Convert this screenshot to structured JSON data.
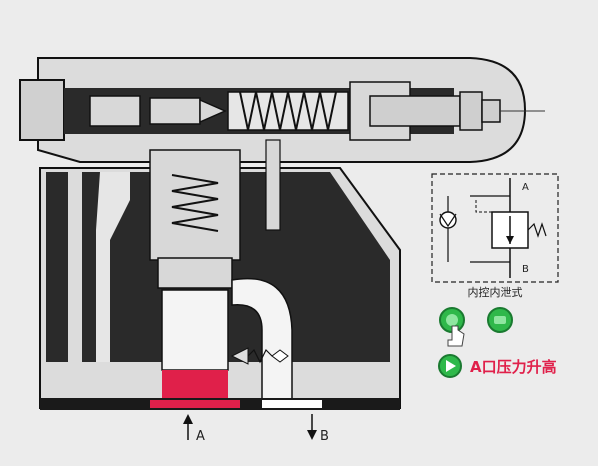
{
  "ports": {
    "a": "A",
    "b": "B"
  },
  "symbol": {
    "port_a": "A",
    "port_b": "B",
    "caption": "内控内泄式"
  },
  "controls": {
    "action_label": "A口压力升高"
  },
  "colors": {
    "background": "#ececec",
    "body_fill": "#dcdcdc",
    "channel_fill": "#222222",
    "outline": "#111111",
    "pressure_zone": "#e0204a",
    "button_green": "#2fb84a",
    "action_text": "#e0204a"
  },
  "icons": {
    "play_button": "green-circle-button",
    "pause_button": "green-circle-button",
    "action_arrow": "play-triangle-icon",
    "cursor": "hand-cursor-icon"
  }
}
